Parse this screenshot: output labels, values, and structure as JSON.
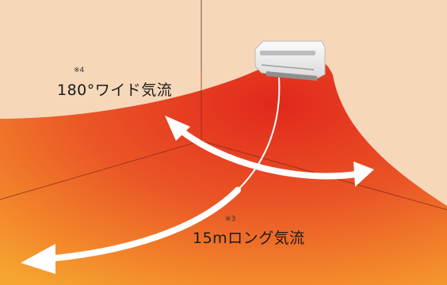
{
  "colors": {
    "wall": "#f6d7b9",
    "floor_warm": "#e8462a",
    "floor_light": "#f39a2a",
    "arrow": "#ffffff",
    "aircon": "#f1f1f1"
  },
  "icons": [
    "air-conditioner-icon",
    "wide-airflow-arrow-icon",
    "long-airflow-arrow-icon"
  ],
  "wide_airflow": {
    "label": "180°ワイド気流",
    "note": "※4"
  },
  "long_airflow": {
    "label": "15mロング気流",
    "note": "※3"
  }
}
